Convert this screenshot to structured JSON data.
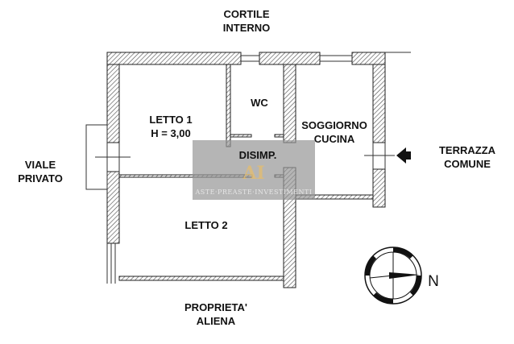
{
  "labels": {
    "cortile": [
      "CORTILE",
      "INTERNO"
    ],
    "viale": [
      "VIALE",
      "PRIVATO"
    ],
    "terrazza": [
      "TERRAZZA",
      "COMUNE"
    ],
    "proprieta": [
      "PROPRIETA'",
      "ALIENA"
    ]
  },
  "rooms": {
    "letto1": [
      "LETTO 1",
      "H = 3,00"
    ],
    "wc": "WC",
    "soggiorno": [
      "SOGGIORNO",
      "CUCINA"
    ],
    "disimpegno": "DISIMP.",
    "letto2": "LETTO 2"
  },
  "compass": {
    "north_label": "N"
  },
  "watermark": {
    "logo": "AI",
    "text": "ASTE·PREASTE·INVESTIMENTI"
  }
}
